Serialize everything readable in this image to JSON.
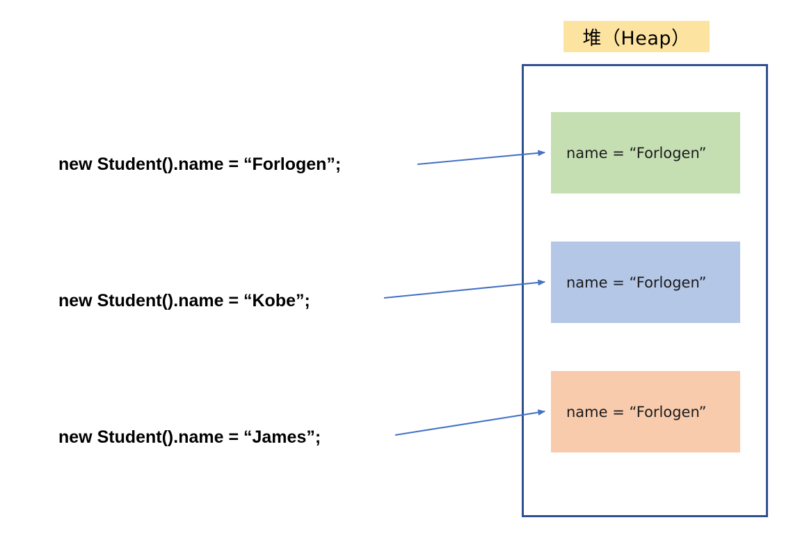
{
  "heap": {
    "title": "堆（Heap）",
    "title_bg": "#FCE3A0",
    "border_color": "#2E5090",
    "cells": [
      {
        "label": "name = “Forlogen”",
        "color": "#C5DFB3"
      },
      {
        "label": "name = “Forlogen”",
        "color": "#B4C7E7"
      },
      {
        "label": "name = “Forlogen”",
        "color": "#F8CBAD"
      }
    ]
  },
  "statements": [
    {
      "code": "new Student().name = “Forlogen”;"
    },
    {
      "code": "new Student().name = “Kobe”;"
    },
    {
      "code": "new Student().name = “James”;"
    }
  ],
  "arrows": {
    "color": "#4472C4",
    "count": 3
  }
}
